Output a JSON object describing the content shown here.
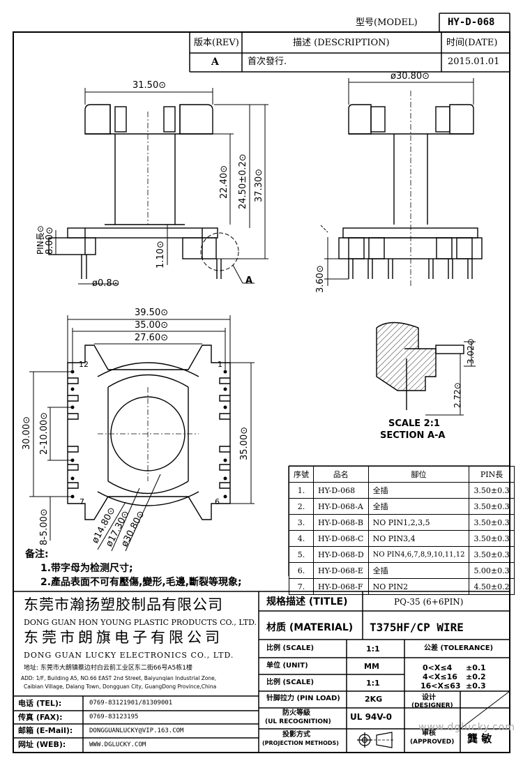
{
  "header": {
    "model_label": "型号(MODEL)",
    "model_value": "HY-D-068",
    "rev_label": "版本(REV)",
    "desc_label": "描述 (DESCRIPTION)",
    "date_label": "时间(DATE)",
    "rev_value": "A",
    "desc_value": "首次發行.",
    "date_value": "2015.01.01"
  },
  "dimensions": {
    "front_width": "31.50⊙",
    "height_inner": "22.40⊙",
    "height_mid": "24.50±0.2⊙",
    "height_total": "37.30⊙",
    "pin_len": "8.00⊙",
    "pin_len_label": "PIN長⊙",
    "gap": "1.10⊙",
    "pin_dia": "ø0.8⊙",
    "section_callout": "A",
    "side_dia": "ø30.80⊙",
    "side_pin": "3.60⊙",
    "bottom_w1": "39.50⊙",
    "bottom_w2": "35.00⊙",
    "bottom_w3": "27.60⊙",
    "bottom_h1": "30.00⊙",
    "bottom_pitch": "2-10.00⊙",
    "bottom_h2": "35.00⊙",
    "bottom_row": "8-5.00⊙",
    "dia1": "ø14.80⊙",
    "dia2": "ø17.30⊙",
    "dia3": "ø30.80⊙",
    "pin_no_12": "12",
    "pin_no_1": "1",
    "pin_no_7": "7",
    "pin_no_6": "6",
    "detail_dim1": "3.02⊙",
    "detail_dim2": "2.72⊙",
    "scale_label": "SCALE 2:1",
    "section_label": "SECTION A-A"
  },
  "pin_table": {
    "headers": [
      "序號",
      "品名",
      "腳位",
      "PIN長"
    ],
    "rows": [
      [
        "1.",
        "HY-D-068",
        "全插",
        "3.50±0.3"
      ],
      [
        "2.",
        "HY-D-068-A",
        "全插",
        "3.50±0.3"
      ],
      [
        "3.",
        "HY-D-068-B",
        "NO PIN1,2,3,5",
        "3.50±0.3"
      ],
      [
        "4.",
        "HY-D-068-C",
        "NO PIN3,4",
        "3.50±0.3"
      ],
      [
        "5.",
        "HY-D-068-D",
        "NO PIN4,6,7,8,9,10,11,12",
        "3.50±0.3"
      ],
      [
        "6.",
        "HY-D-068-E",
        "全插",
        "5.00±0.3"
      ],
      [
        "7.",
        "HY-D-068-F",
        "NO PIN2",
        "4.50±0.2"
      ]
    ]
  },
  "notes": {
    "title": "备注:",
    "line1": "1.带字母为检测尺寸;",
    "line2": "2.產品表面不可有壓傷,變形,毛邊,斷裂等現象;"
  },
  "company": {
    "name1_cn": "东莞市瀚扬塑胶制品有限公司",
    "name1_en": "DONG GUAN HON YOUNG PLASTIC PRODUCTS CO., LTD.",
    "name2_cn": "东莞市朗旗电子有限公司",
    "name2_en": "DONG GUAN LUCKY ELECTRONICS CO., LTD.",
    "address_cn": "地址: 东莞市大朗镇蔡边村白云前工业区东二街66号A5栋1楼",
    "address_en1": "ADD: 1/F, Building A5, NO.66 EAST 2nd Street, Baiyunqian Industrial Zone,",
    "address_en2": "Caibian Village, Dalang Town, Dongguan City, GuangDong Province,China",
    "tel_label": "电话 (TEL):",
    "tel_value": "0769-83121901/81309001",
    "fax_label": "传真 (FAX):",
    "fax_value": "0769-83123195",
    "email_label": "邮箱 (E-Mail):",
    "email_value": "DONGGUANLUCKY@VIP.163.COM",
    "web_label": "网址 (WEB):",
    "web_value": "WWW.DGLUCKY.COM"
  },
  "spec": {
    "title_label": "规格描述 (TITLE)",
    "title_value": "PQ-35 (6+6PIN)",
    "material_label": "材质 (MATERIAL)",
    "material_value": "T375HF/CP WIRE",
    "scale_label": "比例 (SCALE)",
    "scale_value": "1:1",
    "tolerance_label": "公差 (TOLERANCE)",
    "unit_label": "单位 (UNIT)",
    "unit_value": "MM",
    "scale2_label": "比例 (SCALE)",
    "scale2_value": "1:1",
    "tol1_range": "0<X≤4",
    "tol1_value": "±0.1",
    "tol2_range": "4<X≤16",
    "tol2_value": "±0.2",
    "tol3_range": "16<X≤63",
    "tol3_value": "±0.3",
    "pinload_label": "针脚拉力 (PIN LOAD)",
    "pinload_value": "2KG",
    "ul_label1": "防火等級",
    "ul_label2": "(UL RECOGNITION)",
    "ul_value": "UL 94V-0",
    "designer_label1": "设计",
    "designer_label2": "(DESIGNER)",
    "proj_label1": "投影方式",
    "proj_label2": "(PROJECTION METHODS)",
    "approved_label1": "审核",
    "approved_label2": "(APPROVED)",
    "approved_value": "龔 敏",
    "watermark": "www.dglucky.com"
  }
}
